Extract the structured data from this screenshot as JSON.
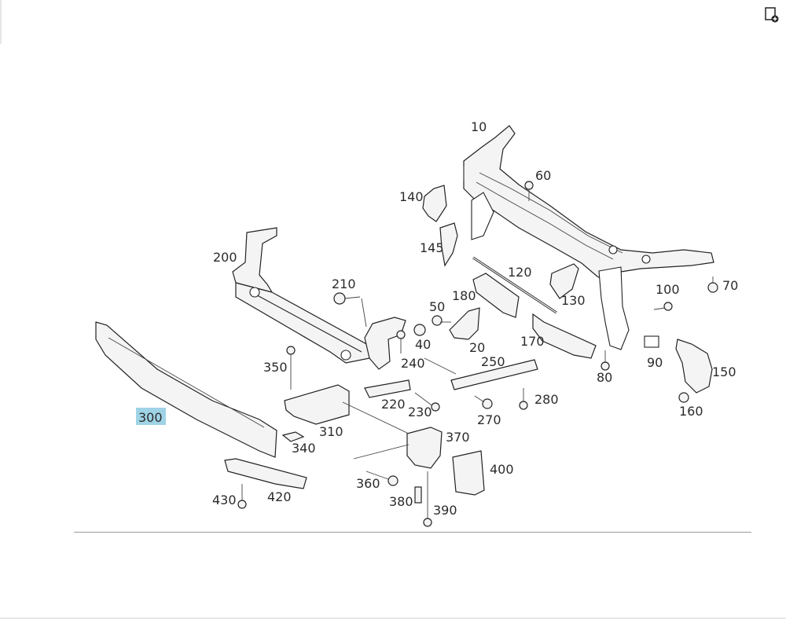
{
  "toolbar": {
    "add_icon": "add-to-list-icon"
  },
  "diagram": {
    "highlight_color": "#9fd3e6",
    "callouts": [
      {
        "id": "c10",
        "label": "10"
      },
      {
        "id": "c20",
        "label": "20"
      },
      {
        "id": "c40",
        "label": "40"
      },
      {
        "id": "c50",
        "label": "50"
      },
      {
        "id": "c60",
        "label": "60"
      },
      {
        "id": "c70",
        "label": "70"
      },
      {
        "id": "c80",
        "label": "80"
      },
      {
        "id": "c90",
        "label": "90"
      },
      {
        "id": "c100",
        "label": "100"
      },
      {
        "id": "c120",
        "label": "120"
      },
      {
        "id": "c130",
        "label": "130"
      },
      {
        "id": "c140",
        "label": "140"
      },
      {
        "id": "c145",
        "label": "145"
      },
      {
        "id": "c150",
        "label": "150"
      },
      {
        "id": "c160",
        "label": "160"
      },
      {
        "id": "c170",
        "label": "170"
      },
      {
        "id": "c180",
        "label": "180"
      },
      {
        "id": "c200",
        "label": "200"
      },
      {
        "id": "c210",
        "label": "210"
      },
      {
        "id": "c220",
        "label": "220"
      },
      {
        "id": "c230",
        "label": "230"
      },
      {
        "id": "c240",
        "label": "240"
      },
      {
        "id": "c250",
        "label": "250"
      },
      {
        "id": "c270",
        "label": "270"
      },
      {
        "id": "c280",
        "label": "280"
      },
      {
        "id": "c300",
        "label": "300",
        "highlighted": true
      },
      {
        "id": "c310",
        "label": "310"
      },
      {
        "id": "c340",
        "label": "340"
      },
      {
        "id": "c350",
        "label": "350"
      },
      {
        "id": "c360",
        "label": "360"
      },
      {
        "id": "c370",
        "label": "370"
      },
      {
        "id": "c380",
        "label": "380"
      },
      {
        "id": "c390",
        "label": "390"
      },
      {
        "id": "c400",
        "label": "400"
      },
      {
        "id": "c420",
        "label": "420"
      },
      {
        "id": "c430",
        "label": "430"
      }
    ]
  }
}
